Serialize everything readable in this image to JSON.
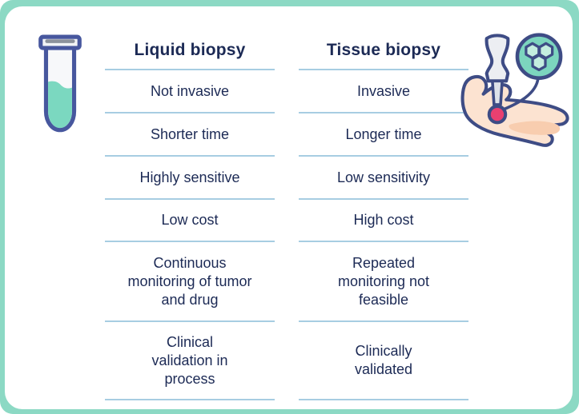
{
  "page": {
    "background_color": "#8CD9C4",
    "card_color": "#FFFFFF",
    "text_color": "#1C2A55",
    "divider_color": "#A7CDE2"
  },
  "table": {
    "columns": [
      {
        "header": "Liquid biopsy",
        "rows": [
          "Not invasive",
          "Shorter time",
          "Highly sensitive",
          "Low cost",
          "Continuous monitoring of tumor and drug",
          "Clinical validation in process"
        ]
      },
      {
        "header": "Tissue biopsy",
        "rows": [
          "Invasive",
          "Longer time",
          "Low sensitivity",
          "High cost",
          "Repeated monitoring not feasible",
          "Clinically validated"
        ]
      }
    ]
  },
  "icons": {
    "test_tube": {
      "label": "test-tube-icon",
      "outline_color": "#47579E",
      "body_color": "#F7F8FA",
      "liquid_color": "#7BD8C0",
      "cap_color": "#8C929C"
    },
    "biopsy_hand": {
      "label": "biopsy-hand-icon",
      "outline_color": "#3E4C85",
      "hand_color": "#FCE3D1",
      "finger_shade_color": "#F8CDAF",
      "tool_color": "#ECEEF2",
      "tool_tip_color": "#DDE2E9",
      "marker_color": "#E94070",
      "cells_circle_color": "#7CD5BE",
      "hexagon_fill_color": "#C4EDDF"
    }
  }
}
